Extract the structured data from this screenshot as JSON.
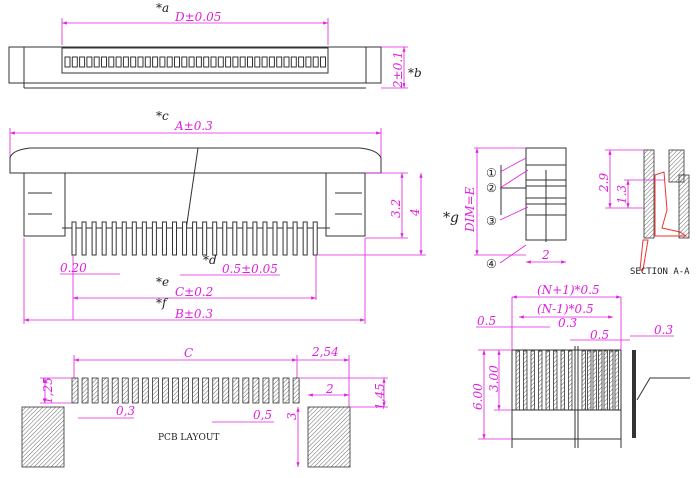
{
  "top_view": {
    "star_a": "*a",
    "dim_d": "D±0.05",
    "dim_height": "2±0.1",
    "star_b": "*b"
  },
  "front_view": {
    "star_c": "*c",
    "dim_a": "A±0.3",
    "dim_3_2": "3.2",
    "dim_4": "4",
    "dim_0_20": "0.20",
    "star_d": "*d",
    "dim_pitch": "0.5±0.05",
    "star_e": "*e",
    "dim_c": "C±0.2",
    "star_f": "*f",
    "dim_b": "B±0.3"
  },
  "side_view": {
    "dim_e": "DIM=E",
    "star_g": "*g",
    "callouts": [
      "①",
      "②",
      "③",
      "④"
    ],
    "dim_2": "2"
  },
  "section_view": {
    "dim_2_9": "2.9",
    "dim_1_3": "1.3",
    "title": "SECTION  A-A"
  },
  "pcb_layout": {
    "dim_c": "C",
    "dim_2_54": "2,54",
    "dim_1_25": "1,25",
    "dim_1_45": "1,45",
    "dim_2": "2",
    "dim_0_3": "0,3",
    "dim_0_5": "0,5",
    "dim_3": "3",
    "title": "PCB LAYOUT"
  },
  "fpc_detail": {
    "dim_n_plus_1": "(N+1)*0.5",
    "dim_n_minus_1": "(N-1)*0.5",
    "dim_0_5_left": "0.5",
    "dim_0_3_mid": "0.3",
    "dim_0_5_mid": "0.5",
    "dim_0_3_right": "0.3",
    "dim_3_00": "3.00",
    "dim_6_00": "6.00"
  }
}
